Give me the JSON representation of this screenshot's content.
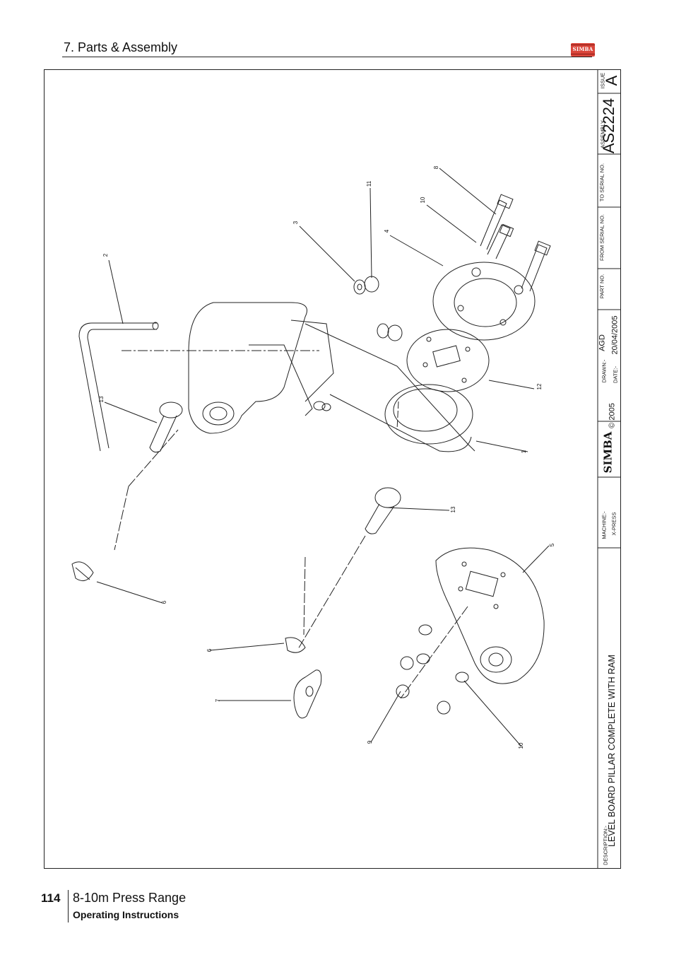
{
  "header": {
    "section_title": "7. Parts & Assembly",
    "logo_text": "SIMBA"
  },
  "title_block": {
    "issue_label": "ISSUE",
    "issue_value": "A",
    "assembly_label": "ASSEMBLY",
    "assembly_value": "AS2224",
    "to_serial_label": "TO SERIAL NO.",
    "from_serial_label": "FROM SERIAL NO.",
    "part_no_label": "PART NO.",
    "drawn_label": "DRAWN:-",
    "drawn_value": "AGD",
    "date_label": "DATE:-",
    "date_value": "20/04/2005",
    "copyright": "© 2005",
    "brand": "SIMBA",
    "machine_label": "MACHINE:-",
    "machine_value": "X-PRESS",
    "description_label": "DESCRIPTION:-",
    "description_value": "LEVEL BOARD PILLAR COMPLETE WITH RAM"
  },
  "callouts": [
    "1",
    "2",
    "3",
    "4",
    "5",
    "6",
    "6",
    "7",
    "8",
    "9",
    "10",
    "10",
    "11",
    "12",
    "13",
    "13"
  ],
  "footer": {
    "page_number": "114",
    "document_range": "8-10m Press Range",
    "document_kind": "Operating Instructions"
  },
  "colors": {
    "line": "#222222",
    "logo_red": "#d9453a"
  }
}
